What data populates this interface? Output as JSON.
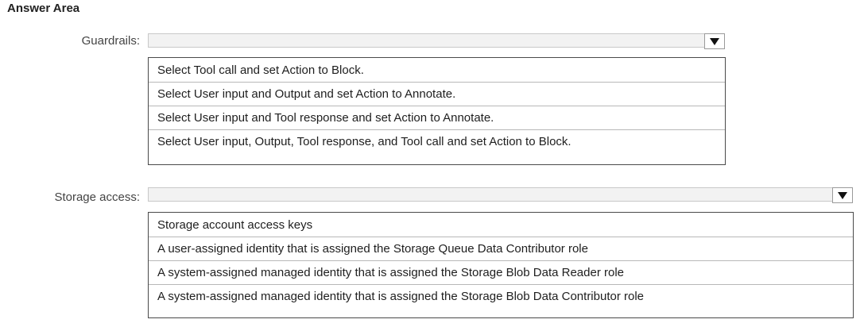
{
  "title": "Answer Area",
  "guardrails": {
    "label": "Guardrails:",
    "selected": "",
    "options": [
      "Select Tool call and set Action to Block.",
      "Select User input and Output and set Action to Annotate.",
      "Select User input and Tool response and set Action to Annotate.",
      "Select User input, Output, Tool response, and Tool call and set Action to Block."
    ]
  },
  "storage_access": {
    "label": "Storage access:",
    "selected": "",
    "options": [
      "Storage account access keys",
      "A user-assigned identity that is assigned the Storage Queue Data Contributor role",
      "A system-assigned managed identity that is assigned the Storage Blob Data Reader role",
      "A system-assigned managed identity that is assigned the Storage Blob Data Contributor role"
    ]
  },
  "icons": {
    "dropdown_arrow": "chevron-down-icon"
  }
}
